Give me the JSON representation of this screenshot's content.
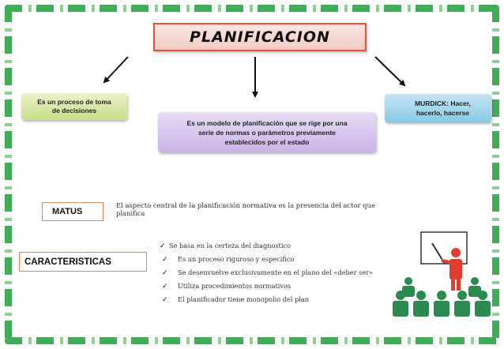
{
  "title": "PLANIFICACION",
  "boxes": {
    "left": "Es un proceso de toma de decisiones",
    "center": "Es un  modelo de planificación  que se rige por una serie de normas o parámetros previamente establecidos por el estado",
    "right": "MURDICK: Hacer, hacerlo, hacerse"
  },
  "matus": {
    "label": "MATUS",
    "text": "El aspecto central de la planificación normativa es la presencia del actor que planifica"
  },
  "caracteristicas": {
    "label": "CARACTERISTICAS",
    "items": [
      "Se basa en la certeza del diagnostico",
      "Es un proceso riguroso y especifico",
      "Se desenvuelve exclusivamente en el plano del «deber ser»",
      "Utiliza procedimientos normativos",
      "El planificador tiene monopolio del plan"
    ]
  },
  "icons": {
    "check": "checkmark-icon",
    "clipart": "presenter-audience-icon"
  },
  "colors": {
    "frame": "#3fae57",
    "title_border": "#e0553a",
    "green_box": "#c8df8c",
    "purple_box": "#c9b4e8",
    "blue_box": "#86c9e4",
    "label_border": "#e28a5c"
  }
}
